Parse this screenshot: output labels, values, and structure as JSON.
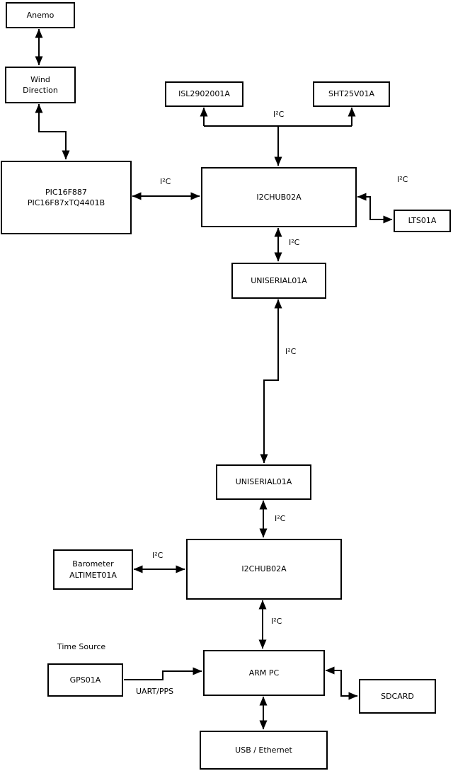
{
  "nodes": {
    "anemo": "Anemo",
    "wind_direction": "Wind\nDirection",
    "pic": "PIC16F887\nPIC16F87xTQ4401B",
    "isl": "ISL2902001A",
    "sht": "SHT25V01A",
    "hub1": "I2CHUB02A",
    "lts": "LTS01A",
    "uniserial1": "UNISERIAL01A",
    "uniserial2": "UNISERIAL01A",
    "barometer": "Barometer\nALTIMET01A",
    "hub2": "I2CHUB02A",
    "gps": "GPS01A",
    "arm_pc": "ARM PC",
    "sdcard": "SDCARD",
    "usb": "USB / Ethernet"
  },
  "labels": {
    "i2c": "I²C",
    "uart_pps": "UART/PPS",
    "time_source": "Time Source"
  },
  "colors": {
    "line": "#000000",
    "background": "#ffffff",
    "box_fill": "#ffffff",
    "text": "#000000"
  },
  "edges": [
    {
      "from": "Anemo",
      "to": "Wind Direction",
      "bidirectional": true,
      "label": ""
    },
    {
      "from": "Wind Direction",
      "to": "PIC16F887 PIC16F87xTQ4401B",
      "bidirectional": true,
      "label": ""
    },
    {
      "from": "PIC16F887 PIC16F87xTQ4401B",
      "to": "I2CHUB02A (upper)",
      "bidirectional": true,
      "label": "I²C"
    },
    {
      "from": "I2CHUB02A (upper)",
      "to": "ISL2902001A",
      "bidirectional": false,
      "label": "I²C"
    },
    {
      "from": "I2CHUB02A (upper)",
      "to": "SHT25V01A",
      "bidirectional": false,
      "label": "I²C"
    },
    {
      "from": "I2CHUB02A (upper)",
      "to": "LTS01A",
      "bidirectional": true,
      "label": "I²C"
    },
    {
      "from": "I2CHUB02A (upper)",
      "to": "UNISERIAL01A (upper)",
      "bidirectional": true,
      "label": "I²C"
    },
    {
      "from": "UNISERIAL01A (upper)",
      "to": "UNISERIAL01A (lower)",
      "bidirectional": true,
      "label": "I²C"
    },
    {
      "from": "UNISERIAL01A (lower)",
      "to": "I2CHUB02A (lower)",
      "bidirectional": true,
      "label": "I²C"
    },
    {
      "from": "Barometer ALTIMET01A",
      "to": "I2CHUB02A (lower)",
      "bidirectional": true,
      "label": "I²C"
    },
    {
      "from": "I2CHUB02A (lower)",
      "to": "ARM PC",
      "bidirectional": true,
      "label": "I²C"
    },
    {
      "from": "GPS01A",
      "to": "ARM PC",
      "bidirectional": false,
      "label": "UART/PPS"
    },
    {
      "from": "ARM PC",
      "to": "SDCARD",
      "bidirectional": true,
      "label": ""
    },
    {
      "from": "ARM PC",
      "to": "USB / Ethernet",
      "bidirectional": true,
      "label": ""
    }
  ]
}
